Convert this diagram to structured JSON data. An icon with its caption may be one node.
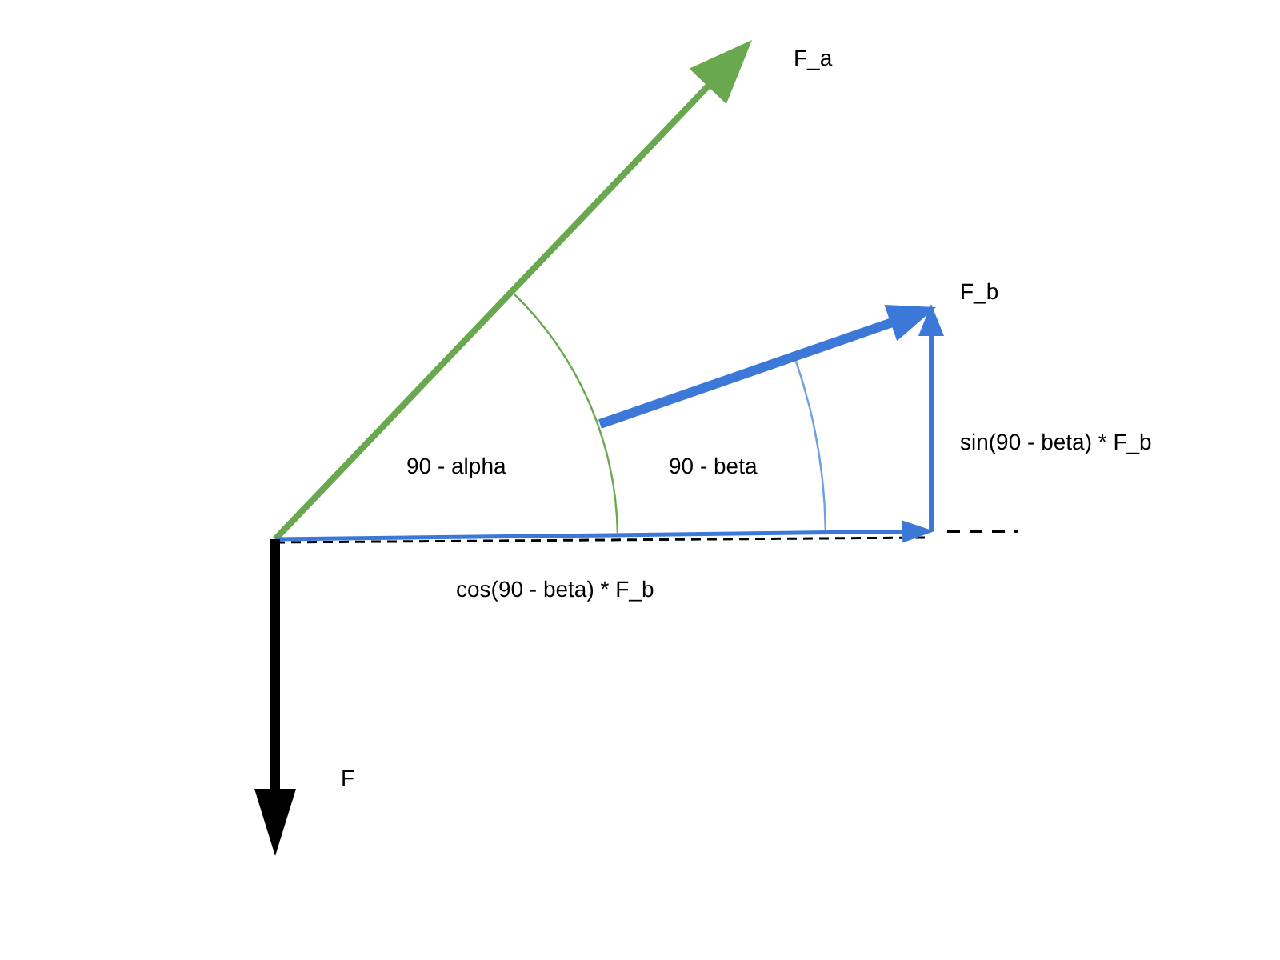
{
  "diagram": {
    "labels": [
      "F_a",
      "F_b",
      "90 - alpha",
      "90 - beta",
      "sin(90 - beta) * F_b",
      "cos(90 - beta) * F_b",
      "F"
    ]
  }
}
